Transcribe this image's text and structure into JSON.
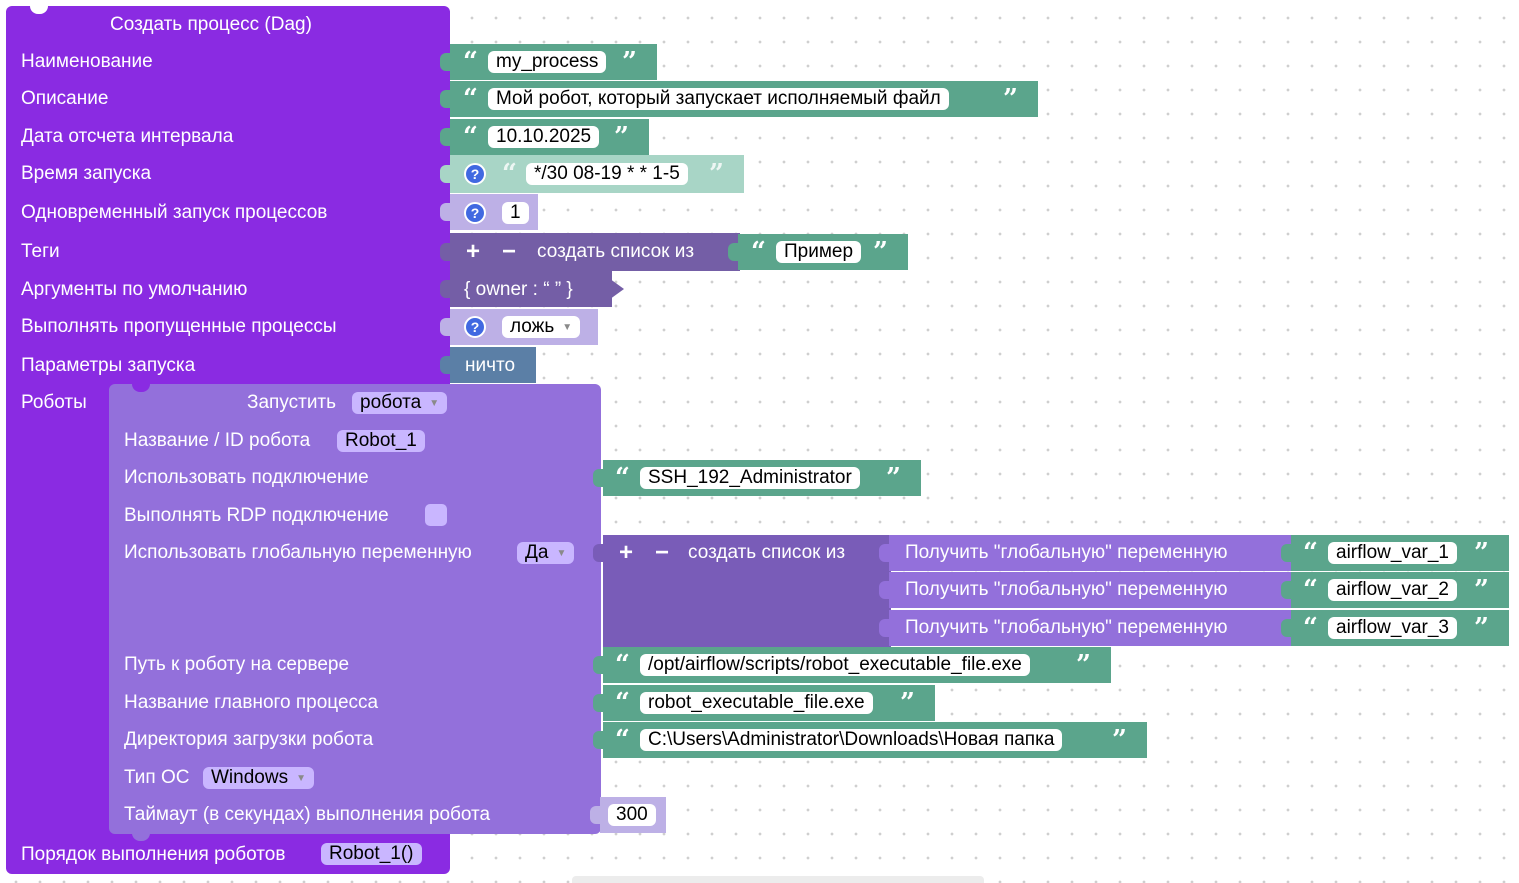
{
  "dag": {
    "title": "Создать процесс (Dag)",
    "labels": {
      "name": "Наименование",
      "description": "Описание",
      "start_date": "Дата отсчета интервала",
      "schedule": "Время запуска",
      "concurrency": "Одновременный запуск процессов",
      "tags": "Теги",
      "default_args": "Аргументы по умолчанию",
      "catchup": "Выполнять пропущенные процессы",
      "params": "Параметры запуска",
      "robots": "Роботы",
      "order": "Порядок выполнения роботов"
    },
    "values": {
      "name": "my_process",
      "description": "Мой робот, который запускает исполняемый файл",
      "start_date": "10.10.2025",
      "schedule": "*/30 08-19 * * 1-5",
      "concurrency": "1",
      "tags_list_label": "создать список из",
      "tag_item": "Пример",
      "default_args": "{ owner : “  ” }",
      "catchup": "ложь",
      "params": "ничто",
      "order": "Robot_1()"
    }
  },
  "robot": {
    "run_label": "Запустить",
    "run_value": "робота",
    "labels": {
      "name_id": "Название / ID робота",
      "connection": "Использовать подключение",
      "rdp": "Выполнять RDP подключение",
      "global_var": "Использовать глобальную переменную",
      "path": "Путь к роботу на сервере",
      "main_process": "Название главного процесса",
      "download_dir": "Директория загрузки робота",
      "os": "Тип ОС",
      "timeout": "Таймаут (в секундах) выполнения робота"
    },
    "values": {
      "name_id": "Robot_1",
      "connection": "SSH_192_Administrator",
      "rdp_checked": false,
      "global_var": "Да",
      "global_list_label": "создать список из",
      "global_getters": [
        {
          "label": "Получить \"глобальную\" переменную",
          "value": "airflow_var_1"
        },
        {
          "label": "Получить \"глобальную\" переменную",
          "value": "airflow_var_2"
        },
        {
          "label": "Получить \"глобальную\" переменную",
          "value": "airflow_var_3"
        }
      ],
      "path": "/opt/airflow/scripts/robot_executable_file.exe",
      "main_process": "robot_executable_file.exe",
      "download_dir": "C:\\Users\\Administrator\\Downloads\\Новая папка",
      "os": "Windows",
      "timeout": "300"
    }
  },
  "colors": {
    "dag_block": "#8a2be2",
    "robot_block": "#9370db",
    "text_block": "#5ba58c",
    "list_block": "#745ea6",
    "help": "#4169e1"
  }
}
